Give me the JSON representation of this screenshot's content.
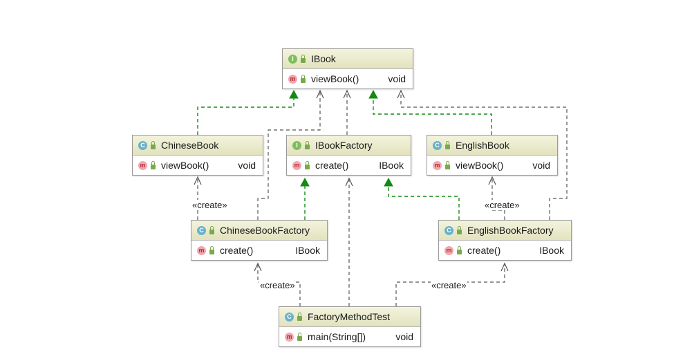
{
  "classes": {
    "ibook": {
      "name": "IBook",
      "kind": "I",
      "member": {
        "kind": "m",
        "name": "viewBook()",
        "type": "void"
      }
    },
    "chinese_book": {
      "name": "ChineseBook",
      "kind": "C",
      "member": {
        "kind": "m",
        "name": "viewBook()",
        "type": "void"
      }
    },
    "ibook_factory": {
      "name": "IBookFactory",
      "kind": "I",
      "member": {
        "kind": "m",
        "name": "create()",
        "type": "IBook"
      }
    },
    "english_book": {
      "name": "EnglishBook",
      "kind": "C",
      "member": {
        "kind": "m",
        "name": "viewBook()",
        "type": "void"
      }
    },
    "chinese_book_factory": {
      "name": "ChineseBookFactory",
      "kind": "C",
      "member": {
        "kind": "m",
        "name": "create()",
        "type": "IBook"
      }
    },
    "english_book_factory": {
      "name": "EnglishBookFactory",
      "kind": "C",
      "member": {
        "kind": "m",
        "name": "create()",
        "type": "IBook"
      }
    },
    "factory_method_test": {
      "name": "FactoryMethodTest",
      "kind": "C",
      "member": {
        "kind": "m",
        "name": "main(String[])",
        "type": "void"
      }
    }
  },
  "relations": [
    {
      "from": "ChineseBook",
      "to": "IBook",
      "type": "implements"
    },
    {
      "from": "EnglishBook",
      "to": "IBook",
      "type": "implements"
    },
    {
      "from": "ChineseBookFactory",
      "to": "IBookFactory",
      "type": "implements"
    },
    {
      "from": "EnglishBookFactory",
      "to": "IBookFactory",
      "type": "implements"
    },
    {
      "from": "IBookFactory",
      "to": "IBook",
      "type": "dependency"
    },
    {
      "from": "ChineseBookFactory",
      "to": "IBook",
      "type": "dependency"
    },
    {
      "from": "EnglishBookFactory",
      "to": "IBook",
      "type": "dependency"
    },
    {
      "from": "ChineseBookFactory",
      "to": "ChineseBook",
      "type": "dependency",
      "label": "«create»"
    },
    {
      "from": "EnglishBookFactory",
      "to": "EnglishBook",
      "type": "dependency",
      "label": "«create»"
    },
    {
      "from": "FactoryMethodTest",
      "to": "ChineseBookFactory",
      "type": "dependency",
      "label": "«create»"
    },
    {
      "from": "FactoryMethodTest",
      "to": "EnglishBookFactory",
      "type": "dependency",
      "label": "«create»"
    },
    {
      "from": "FactoryMethodTest",
      "to": "IBookFactory",
      "type": "dependency"
    }
  ],
  "colors": {
    "implements": "#138a13",
    "dependency": "#555555",
    "header_top": "#f4f4de",
    "header_bottom": "#e2e2bf"
  }
}
